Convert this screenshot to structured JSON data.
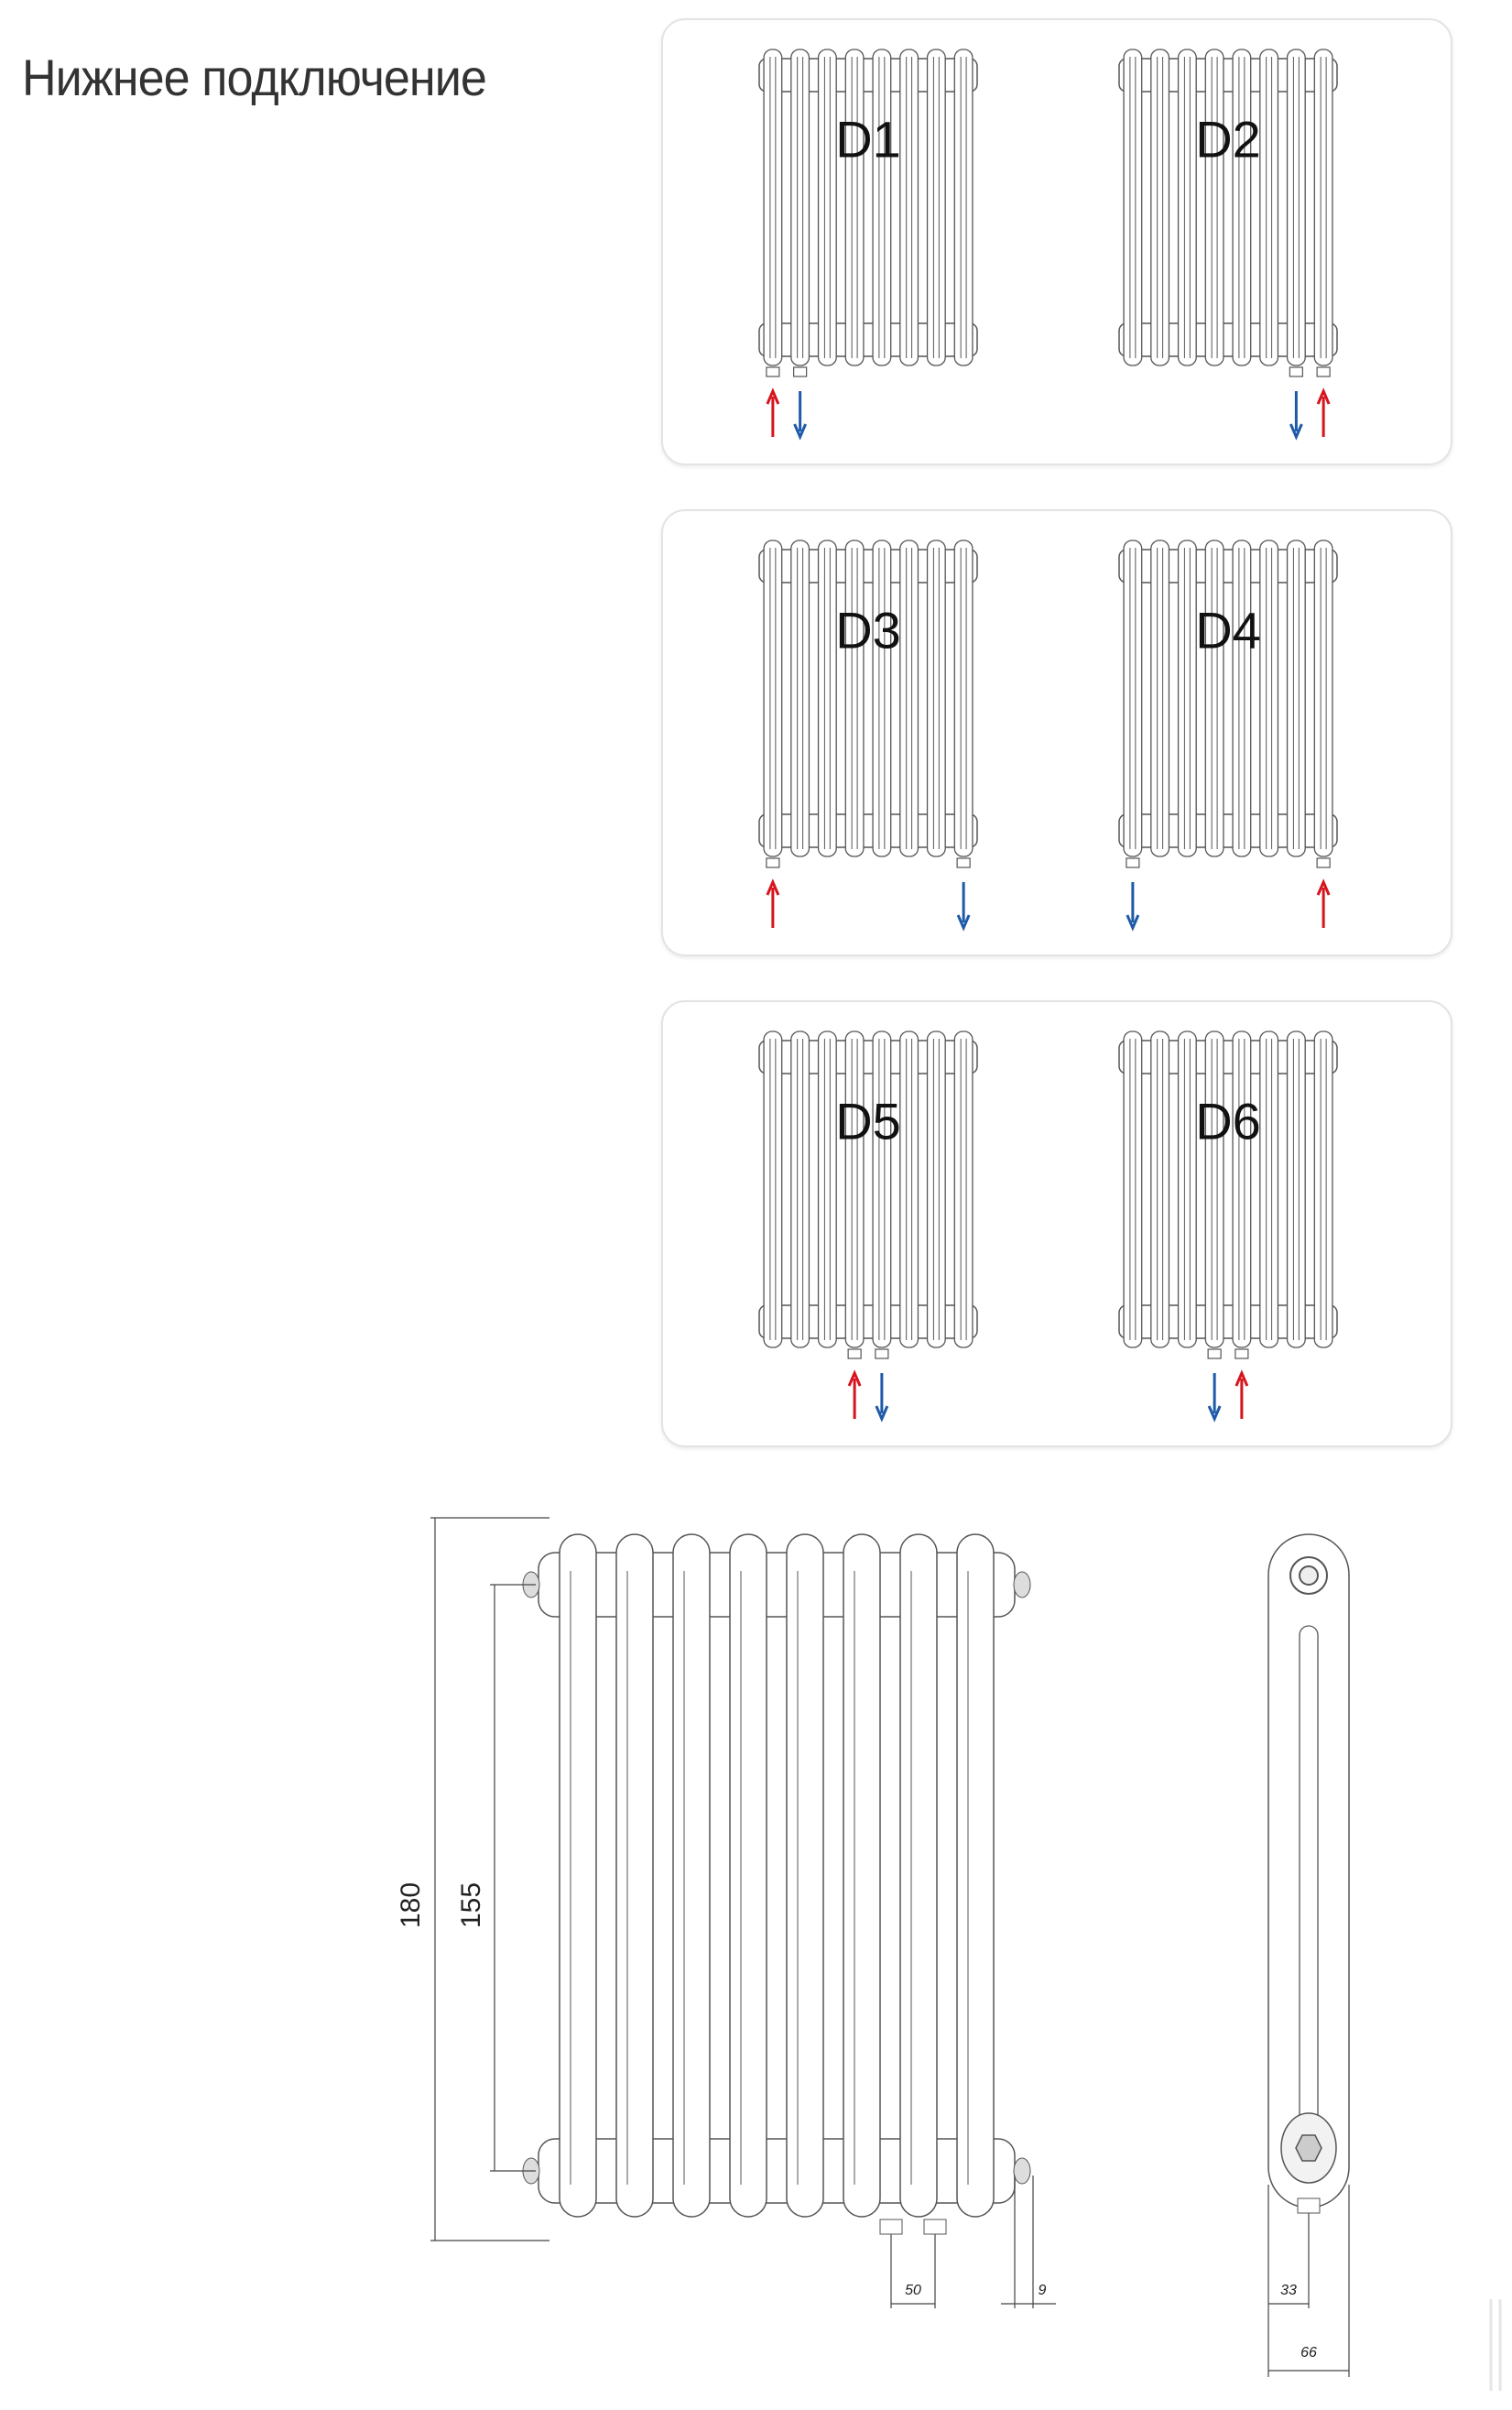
{
  "title": "Нижнее подключение",
  "colors": {
    "supply": "#d7141e",
    "return": "#1e5aa8",
    "line": "#555555",
    "panel_border": "#e3e3e3"
  },
  "tube_count": 8,
  "schemes": [
    {
      "label": "D1",
      "supply_tube": 1,
      "return_tube": 2
    },
    {
      "label": "D2",
      "supply_tube": 8,
      "return_tube": 7
    },
    {
      "label": "D3",
      "supply_tube": 1,
      "return_tube": 8
    },
    {
      "label": "D4",
      "supply_tube": 8,
      "return_tube": 1
    },
    {
      "label": "D5",
      "supply_tube": 4,
      "return_tube": 5
    },
    {
      "label": "D6",
      "supply_tube": 5,
      "return_tube": 4
    }
  ],
  "dimensions": {
    "overall_height": "180",
    "axis_distance": "155",
    "pipe_spacing": "50",
    "offset": "9",
    "side_offset": "33",
    "depth": "66"
  }
}
